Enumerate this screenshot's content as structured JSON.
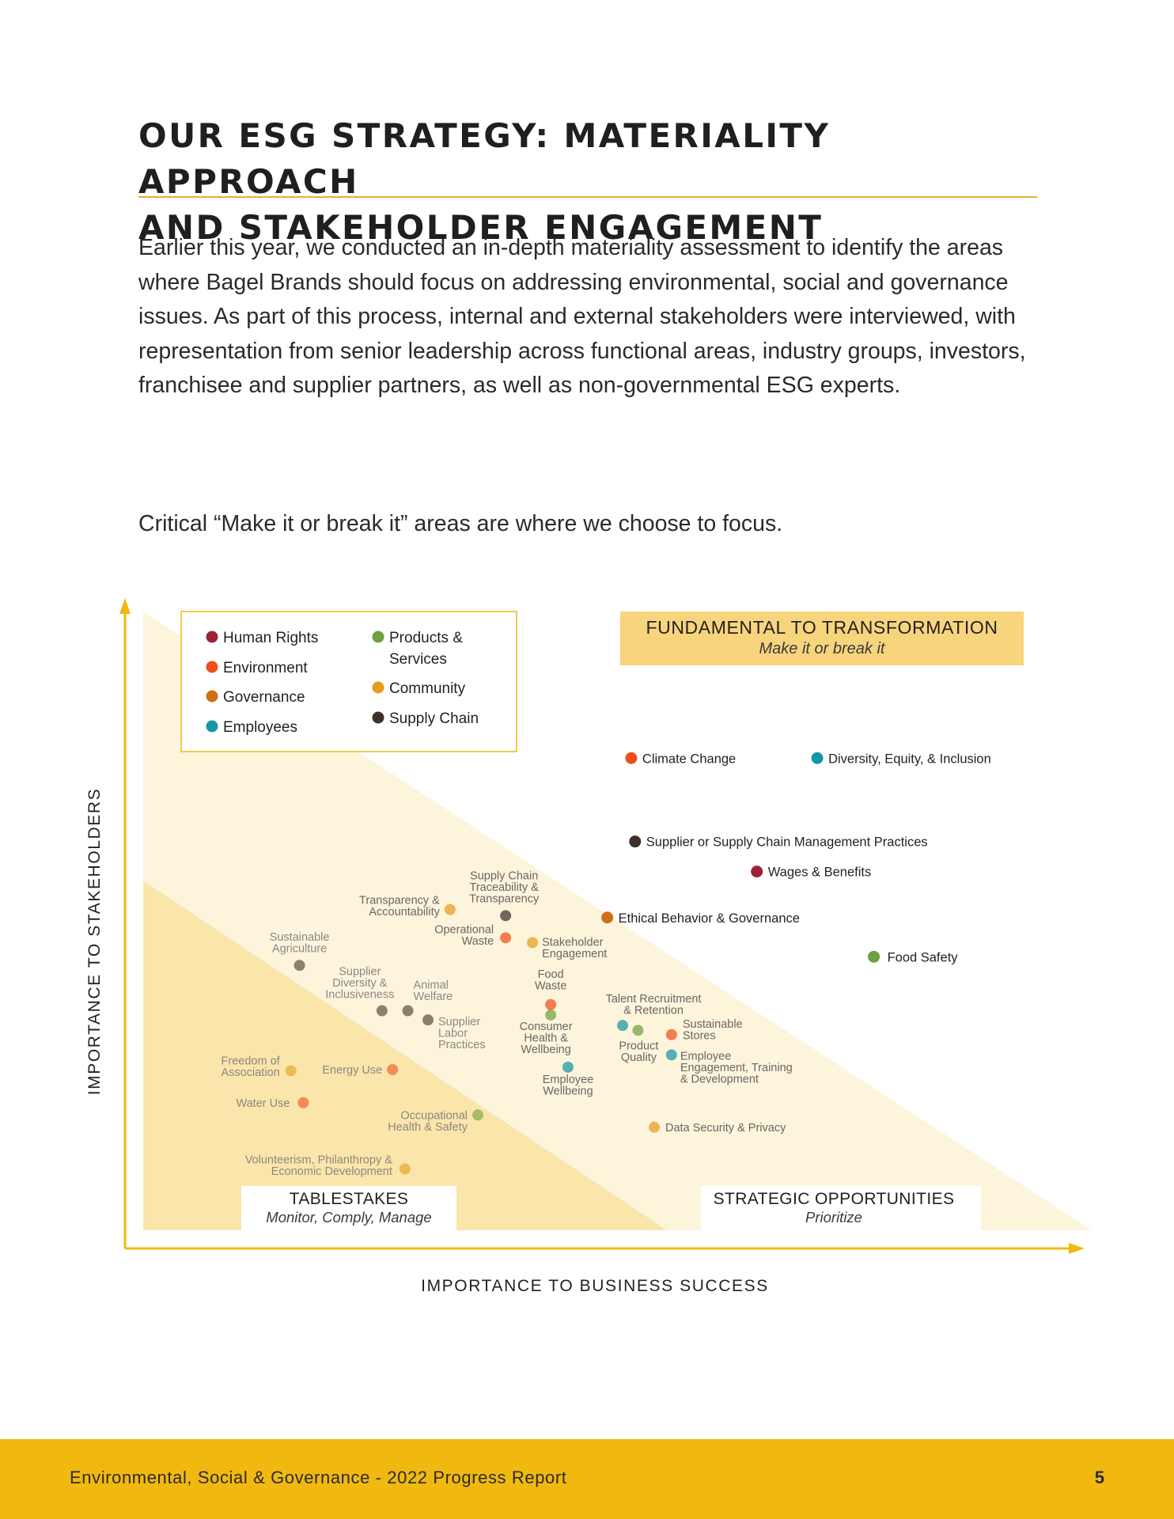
{
  "heading": {
    "line1": "OUR ESG STRATEGY: MATERIALITY APPROACH",
    "line2": "AND STAKEHOLDER ENGAGEMENT"
  },
  "intro": "Earlier this year, we conducted an in-depth materiality assessment to identify the areas where Bagel Brands should focus on addressing environmental, social and governance issues. As part of this process, internal and external stakeholders were interviewed, with representation from senior leadership across functional areas, industry groups, investors, franchisee and supplier partners, as well as non-governmental ESG experts.",
  "tagline": "Critical “Make it or break it” areas are where we choose to focus.",
  "colors": {
    "accent": "#f1b910",
    "rule": "#e0b23a",
    "zone_outer": "#fdf4dc",
    "zone_inner": "#fae5ab",
    "fundamental_box": "#f8d57d"
  },
  "chart_data": {
    "type": "scatter",
    "xlabel": "IMPORTANCE TO BUSINESS SUCCESS",
    "ylabel": "IMPORTANCE TO STAKEHOLDERS",
    "legend": {
      "placement": "top-left",
      "entries": [
        {
          "name": "Human Rights",
          "color": "#9b2335"
        },
        {
          "name": "Environment",
          "color": "#ef4e1c"
        },
        {
          "name": "Governance",
          "color": "#d06f16"
        },
        {
          "name": "Employees",
          "color": "#1496a6"
        },
        {
          "name": "Products & Services",
          "color": "#6f9f3e"
        },
        {
          "name": "Community",
          "color": "#e49d1c"
        },
        {
          "name": "Supply Chain",
          "color": "#3f3027"
        }
      ]
    },
    "zones": [
      {
        "title": "FUNDAMENTAL TO TRANSFORMATION",
        "subtitle": "Make it or break it"
      },
      {
        "title": "STRATEGIC OPPORTUNITIES",
        "subtitle": "Prioritize"
      },
      {
        "title": "TABLESTAKES",
        "subtitle": "Monitor, Comply, Manage"
      }
    ],
    "points": [
      {
        "label": "Climate Change",
        "category": "Environment",
        "zone": "fundamental",
        "x": 52.8,
        "y": 77.0
      },
      {
        "label": "Diversity, Equity, & Inclusion",
        "category": "Employees",
        "zone": "fundamental",
        "x": 72.2,
        "y": 77.0
      },
      {
        "label": "Supplier or Supply Chain Management Practices",
        "category": "Supply Chain",
        "zone": "fundamental",
        "x": 53.2,
        "y": 63.4
      },
      {
        "label": "Wages & Benefits",
        "category": "Human Rights",
        "zone": "fundamental",
        "x": 65.9,
        "y": 58.5
      },
      {
        "label": "Ethical Behavior & Governance",
        "category": "Governance",
        "zone": "fundamental",
        "x": 50.3,
        "y": 51.0
      },
      {
        "label": "Food Safety",
        "category": "Products & Services",
        "zone": "fundamental",
        "x": 78.1,
        "y": 44.6
      },
      {
        "label": "Supply Chain Traceability & Transparency",
        "category": "Supply Chain",
        "zone": "strategic",
        "x": 39.7,
        "y": 51.3
      },
      {
        "label": "Transparency & Accountability",
        "category": "Community",
        "zone": "strategic",
        "x": 33.9,
        "y": 52.3
      },
      {
        "label": "Operational Waste",
        "category": "Environment",
        "zone": "strategic",
        "x": 39.7,
        "y": 47.7
      },
      {
        "label": "Stakeholder Engagement",
        "category": "Community",
        "zone": "strategic",
        "x": 42.5,
        "y": 46.9
      },
      {
        "label": "Food Waste",
        "category": "Environment",
        "zone": "strategic",
        "x": 44.4,
        "y": 36.8
      },
      {
        "label": "Consumer Health & Wellbeing",
        "category": "Products & Services",
        "zone": "strategic",
        "x": 44.4,
        "y": 35.1
      },
      {
        "label": "Talent Recruitment & Retention",
        "category": "Employees",
        "zone": "strategic",
        "x": 51.9,
        "y": 33.4
      },
      {
        "label": "Product Quality",
        "category": "Products & Services",
        "zone": "strategic",
        "x": 53.5,
        "y": 32.6
      },
      {
        "label": "Sustainable Stores",
        "category": "Environment",
        "zone": "strategic",
        "x": 57.0,
        "y": 31.9
      },
      {
        "label": "Employee Engagement, Training & Development",
        "category": "Employees",
        "zone": "strategic",
        "x": 57.0,
        "y": 28.6
      },
      {
        "label": "Employee Wellbeing",
        "category": "Employees",
        "zone": "strategic",
        "x": 46.2,
        "y": 26.6
      },
      {
        "label": "Data Security & Privacy",
        "category": "Community",
        "zone": "strategic",
        "x": 55.2,
        "y": 16.8
      },
      {
        "label": "Sustainable Agriculture",
        "category": "Supply Chain",
        "zone": "tablestakes",
        "x": 18.2,
        "y": 43.2
      },
      {
        "label": "Supplier Diversity & Inclusiveness",
        "category": "Supply Chain",
        "zone": "tablestakes",
        "x": 26.8,
        "y": 35.8
      },
      {
        "label": "Animal Welfare",
        "category": "Supply Chain",
        "zone": "tablestakes",
        "x": 29.5,
        "y": 35.8
      },
      {
        "label": "Supplier Labor Practices",
        "category": "Supply Chain",
        "zone": "tablestakes",
        "x": 31.6,
        "y": 34.3
      },
      {
        "label": "Freedom of Association",
        "category": "Community",
        "zone": "tablestakes",
        "x": 17.3,
        "y": 26.0
      },
      {
        "label": "Energy Use",
        "category": "Environment",
        "zone": "tablestakes",
        "x": 27.9,
        "y": 26.2
      },
      {
        "label": "Water Use",
        "category": "Environment",
        "zone": "tablestakes",
        "x": 18.6,
        "y": 20.8
      },
      {
        "label": "Occupational Health & Safety",
        "category": "Products & Services",
        "zone": "tablestakes",
        "x": 36.8,
        "y": 18.8
      },
      {
        "label": "Volunteerism, Philanthropy & Economic Development",
        "category": "Community",
        "zone": "tablestakes",
        "x": 29.2,
        "y": 10.0
      }
    ]
  },
  "footer": {
    "report": "Environmental, Social & Governance - 2022 Progress Report",
    "page": "5"
  }
}
